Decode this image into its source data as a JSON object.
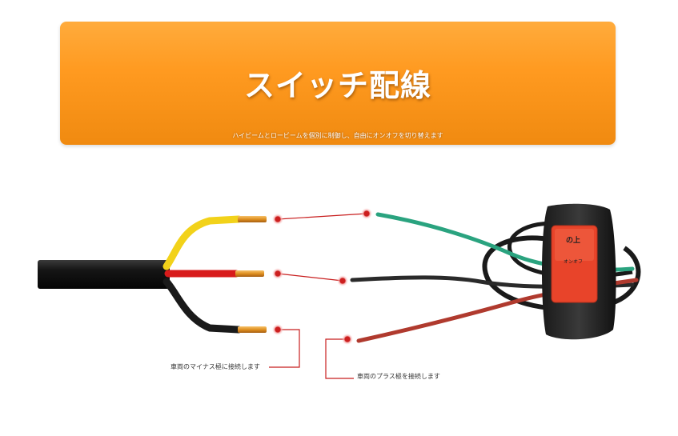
{
  "banner": {
    "title": "スイッチ配線",
    "subtitle": "ハイビームとロービームを個別に制御し、自由にオンオフを切り替えます"
  },
  "switch": {
    "top_label": "の上",
    "mid_label": "オンオフ"
  },
  "labels": {
    "negative": "車両のマイナス極に接続します",
    "positive": "車両のプラス極を接続します"
  },
  "colors": {
    "banner": "#ff9a20",
    "wire_yellow": "#f2d21a",
    "wire_red": "#d81b1b",
    "wire_black": "#1a1a1a",
    "wire_green": "#2aa37f",
    "wire_dark_red": "#b03a2e",
    "connector": "#cc1f1f",
    "switch_button": "#e8442a"
  }
}
